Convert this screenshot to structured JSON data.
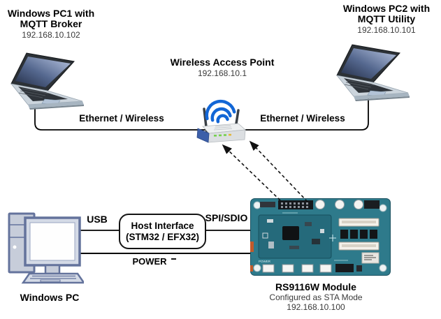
{
  "nodes": {
    "pc1": {
      "name_line1": "Windows PC1 with",
      "name_line2": "MQTT Broker",
      "ip": "192.168.10.102"
    },
    "pc2": {
      "name_line1": "Windows PC2 with",
      "name_line2": "MQTT Utility",
      "ip": "192.168.10.101"
    },
    "access_point": {
      "name": "Wireless Access Point",
      "ip": "192.168.10.1"
    },
    "host_pc": {
      "name": "Windows PC"
    },
    "host_interface": {
      "line1": "Host Interface",
      "line2": "(STM32 / EFX32)"
    },
    "rs9116w": {
      "name": "RS9116W Module",
      "mode": "Configured as STA Mode",
      "ip": "192.168.10.100"
    }
  },
  "links": {
    "pc1_ap_label": "Ethernet / Wireless",
    "pc2_ap_label": "Ethernet / Wireless",
    "usb_label": "USB",
    "host_module_label": "SPI/SDIO",
    "power_label": "POWER"
  },
  "colors": {
    "background": "#ffffff",
    "wire": "#000000",
    "wifi_arc": "#1266d6",
    "router_panel": "#3c5fa9",
    "pcb_teal": "#2e7a8b",
    "pc_icon_outline": "#64739c",
    "led_green": "#76d14d"
  }
}
